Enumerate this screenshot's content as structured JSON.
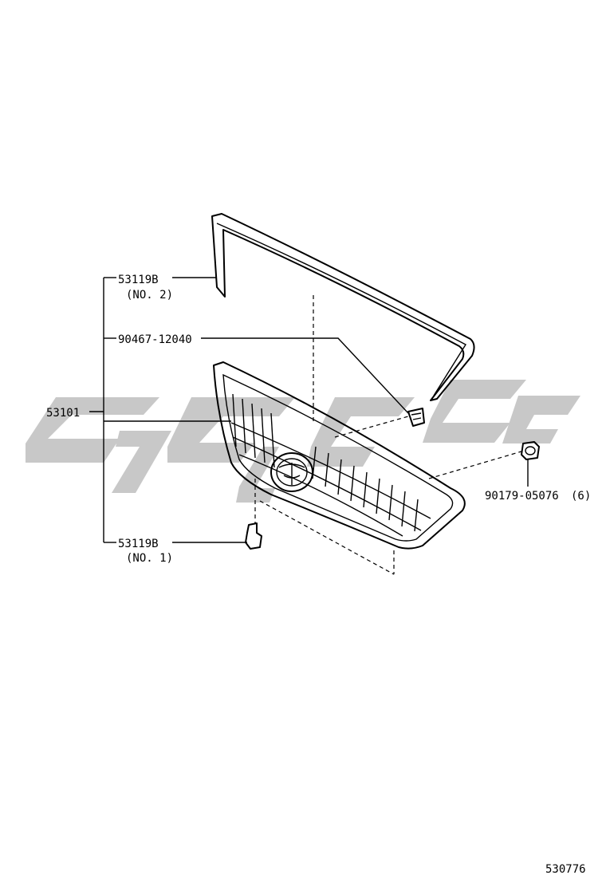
{
  "diagram": {
    "labels": {
      "moulding_no2_part": "53119B",
      "moulding_no2_note": "(NO. 2)",
      "clip_part": "90467-12040",
      "grille_assy_part": "53101",
      "moulding_no1_part": "53119B",
      "moulding_no1_note": "(NO. 1)",
      "nut_part": "90179-05076",
      "nut_qty": "(6)",
      "figure_number": "530776"
    },
    "watermark": {
      "color": "#c8c8c8"
    },
    "line_color": "#000000"
  }
}
